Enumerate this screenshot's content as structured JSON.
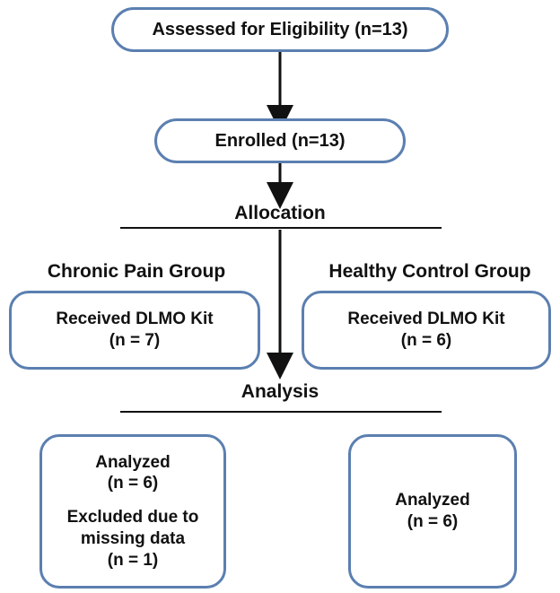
{
  "assessed": "Assessed for Eligibility (n=13)",
  "enrolled": "Enrolled (n=13)",
  "allocation": "Allocation",
  "groups": {
    "chronic_pain": {
      "title": "Chronic Pain Group",
      "kit_label": "Received DLMO Kit",
      "kit_n": "(n = 7)",
      "analyzed_label": "Analyzed",
      "analyzed_n": "(n = 6)",
      "excluded_label_1": "Excluded due to",
      "excluded_label_2": "missing data",
      "excluded_n": "(n = 1)"
    },
    "healthy_control": {
      "title": "Healthy Control Group",
      "kit_label": "Received DLMO Kit",
      "kit_n": "(n = 6)",
      "analyzed_label": "Analyzed",
      "analyzed_n": "(n = 6)"
    }
  },
  "analysis": "Analysis",
  "colors": {
    "box_border": "#5b7fb0",
    "arrow": "#111111"
  }
}
